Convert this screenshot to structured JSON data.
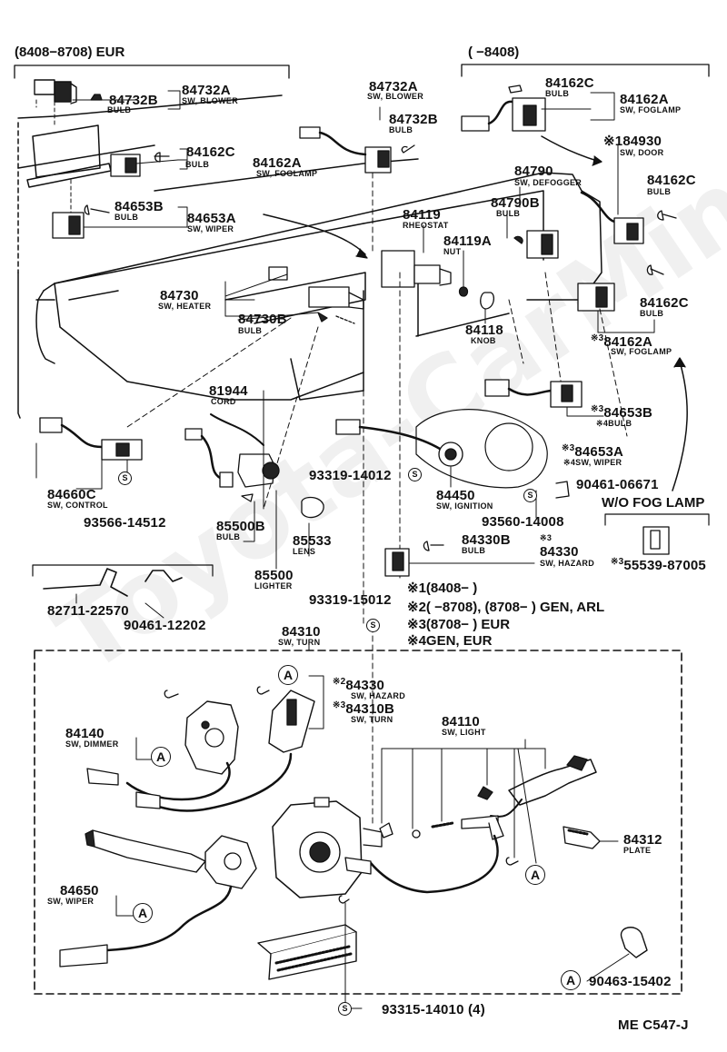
{
  "headers": {
    "eur_range": "(8408−8708) EUR",
    "early_range": "(      −8408)",
    "wo_fog_lamp": "W/O FOG LAMP"
  },
  "parts": {
    "p84732A_left": {
      "num": "84732A",
      "desc": "SW, BLOWER"
    },
    "p84732B_left": {
      "num": "84732B",
      "desc": "BULB"
    },
    "p84162C_left": {
      "num": "84162C",
      "desc": "BULB"
    },
    "p84162A_left": {
      "num": "84162A",
      "desc": "SW, FOGLAMP"
    },
    "p84653B_left": {
      "num": "84653B",
      "desc": "BULB"
    },
    "p84653A_left": {
      "num": "84653A",
      "desc": "SW, WIPER"
    },
    "p84732A_mid": {
      "num": "84732A",
      "desc": "SW, BLOWER"
    },
    "p84732B_mid": {
      "num": "84732B",
      "desc": "BULB"
    },
    "p84162C_topright": {
      "num": "84162C",
      "desc": "BULB"
    },
    "p84162A_topright": {
      "num": "84162A",
      "desc": "SW, FOGLAMP"
    },
    "p84930": {
      "mark": "※1",
      "num": "84930",
      "desc": "SW, DOOR"
    },
    "p84162C_right": {
      "num": "84162C",
      "desc": "BULB"
    },
    "p84790": {
      "num": "84790",
      "desc": "SW, DEFOGGER"
    },
    "p84790B": {
      "num": "84790B",
      "desc": "BULB"
    },
    "p84119": {
      "num": "84119",
      "desc": "RHEOSTAT"
    },
    "p84119A": {
      "num": "84119A",
      "desc": "NUT"
    },
    "p84118": {
      "num": "84118",
      "desc": "KNOB"
    },
    "p84162C_r2": {
      "num": "84162C",
      "desc": "BULB"
    },
    "p84162A_r2": {
      "mark": "※3",
      "num": "84162A",
      "desc": "SW, FOGLAMP"
    },
    "p84730": {
      "num": "84730",
      "desc": "SW, HEATER"
    },
    "p84730B": {
      "num": "84730B",
      "desc": "BULB"
    },
    "p81944": {
      "num": "81944",
      "desc": "CORD"
    },
    "p84653B_r": {
      "mark1": "※3",
      "mark2": "※4",
      "num": "84653B",
      "desc": "BULB"
    },
    "p84653A_r": {
      "mark1": "※3",
      "mark2": "※4",
      "num": "84653A",
      "desc": "SW, WIPER"
    },
    "p84660C": {
      "num": "84660C",
      "desc": "SW, CONTROL"
    },
    "p93566": {
      "num": "93566-14512"
    },
    "p93319_14012": {
      "num": "93319-14012"
    },
    "p84450": {
      "num": "84450",
      "desc": "SW, IGNITION"
    },
    "p90461_06671": {
      "num": "90461-06671"
    },
    "p93560": {
      "num": "93560-14008"
    },
    "p85500B": {
      "num": "85500B",
      "desc": "BULB"
    },
    "p85533": {
      "num": "85533",
      "desc": "LENS"
    },
    "p85500": {
      "num": "85500",
      "desc": "LIGHTER"
    },
    "p84330B": {
      "mark": "※3",
      "num": "84330B",
      "desc": "BULB"
    },
    "p84330": {
      "num": "84330",
      "desc": "SW, HAZARD"
    },
    "p55539": {
      "mark": "※3",
      "num": "55539-87005"
    },
    "p82711": {
      "num": "82711-22570"
    },
    "p90461_12202": {
      "num": "90461-12202"
    },
    "p93319_15012": {
      "num": "93319-15012"
    },
    "p84310": {
      "num": "84310",
      "desc": "SW, TURN"
    },
    "p84330_b": {
      "mark": "※2",
      "num": "84330",
      "desc": "SW, HAZARD"
    },
    "p84310B": {
      "mark": "※3",
      "num": "84310B",
      "desc": "SW, TURN"
    },
    "p84140": {
      "num": "84140",
      "desc": "SW, DIMMER"
    },
    "p84110": {
      "num": "84110",
      "desc": "SW, LIGHT"
    },
    "p84312": {
      "num": "84312",
      "desc": "PLATE"
    },
    "p84650": {
      "num": "84650",
      "desc": "SW, WIPER"
    },
    "p90463": {
      "num": "90463-15402"
    },
    "p93315": {
      "num": "93315-14010 (4)"
    }
  },
  "notes": [
    {
      "mark": "※1",
      "text": "(8408−        )"
    },
    {
      "mark": "※2",
      "text": "(        −8708), (8708−        ) GEN, ARL"
    },
    {
      "mark": "※3",
      "text": "(8708−        ) EUR"
    },
    {
      "mark": "※4",
      "text": "GEN, EUR"
    }
  ],
  "symbols": {
    "a": "A",
    "s": "S"
  },
  "footer": {
    "code": "ME C547-J"
  },
  "watermark": "Toyota-CarMin.ru"
}
